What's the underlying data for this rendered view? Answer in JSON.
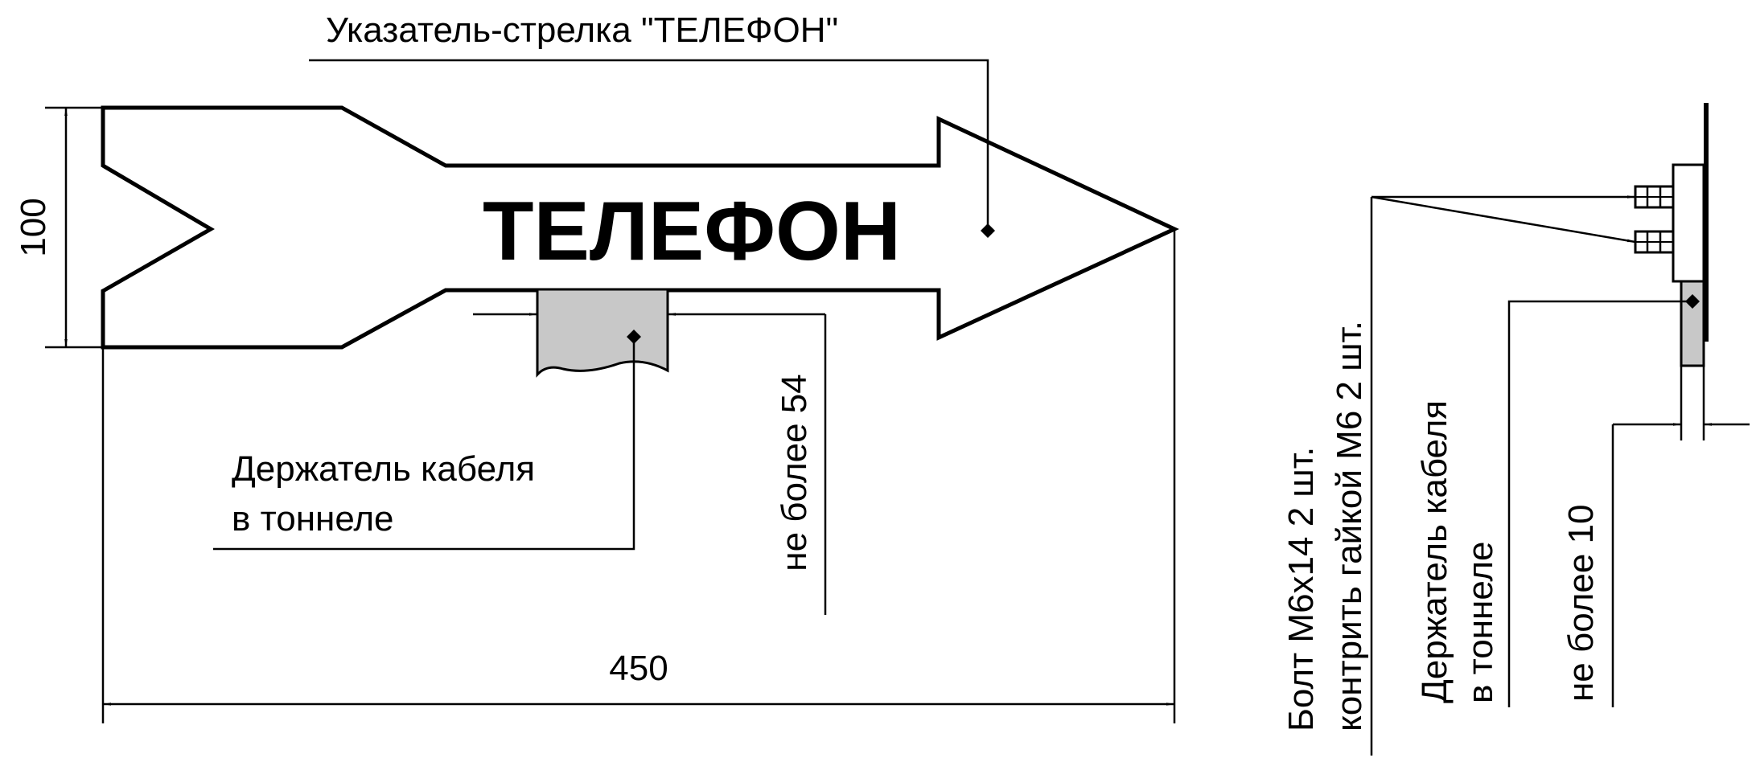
{
  "labels": {
    "arrow_pointer": "Указатель-стрелка \"ТЕЛЕФОН\"",
    "sign_text": "ТЕЛЕФОН",
    "dim_height": "100",
    "dim_width": "450",
    "dim_holder_width": "не более 54",
    "holder_line1": "Держатель кабеля",
    "holder_line2": "в тоннеле",
    "bolt_line1": "Болт М6х14 2 шт.",
    "bolt_line2": "контрить гайкой М6 2 шт.",
    "side_holder_line1": "Держатель кабеля",
    "side_holder_line2": "в тоннеле",
    "dim_thickness": "не более 10"
  },
  "colors": {
    "line": "#000000",
    "holder_fill": "#c8c8c8",
    "background": "#ffffff"
  }
}
